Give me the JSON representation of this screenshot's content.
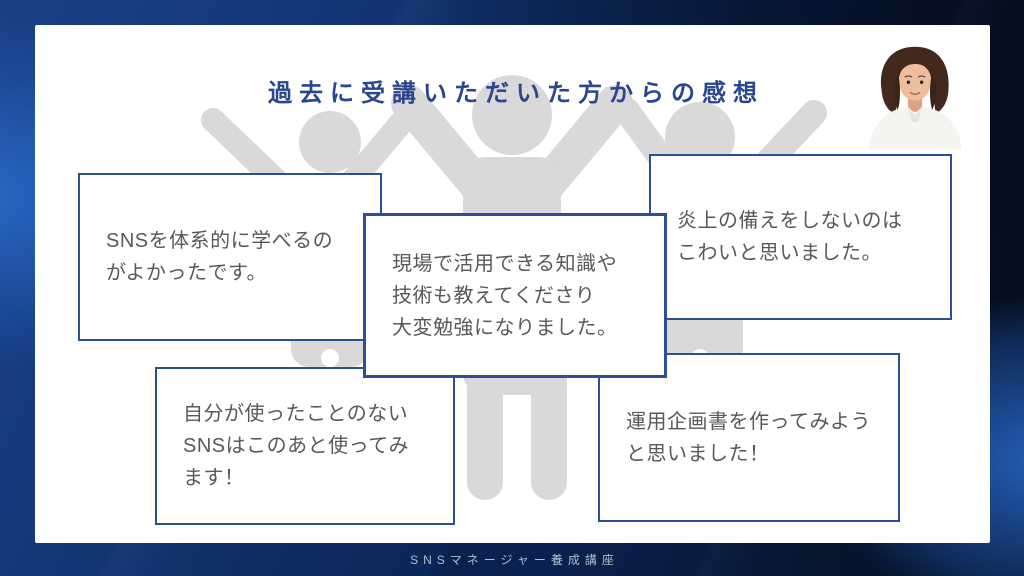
{
  "slide": {
    "title": "過去に受講いただいた方からの感想",
    "testimonials": [
      {
        "id": "top-left",
        "text": "SNSを体系的に学べるの\nがよかったです。"
      },
      {
        "id": "top-right",
        "text": "炎上の備えをしないのは\nこわいと思いました。"
      },
      {
        "id": "center",
        "text": "現場で活用できる知識や\n技術も教えてくださり\n大変勉強になりました。"
      },
      {
        "id": "bottom-left",
        "text": "自分が使ったことのない\nSNSはこのあと使ってみ\nます！"
      },
      {
        "id": "bottom-right",
        "text": "運用企画書を作ってみよう\nと思いました！"
      }
    ],
    "graphic": "cheering-people-pictogram",
    "photo": "instructor-portrait"
  },
  "footer": {
    "course_name": "SNSマネージャー養成講座"
  },
  "colors": {
    "card_background": "#ffffff",
    "title_text": "#2a468f",
    "box_border": "#2c4f96",
    "box_text": "#57595c",
    "pictogram_gray": "#d9d9d9",
    "background_navy": "#0a1f47",
    "background_bright_blue": "#2d70d4",
    "footer_text": "#d6dee9"
  }
}
